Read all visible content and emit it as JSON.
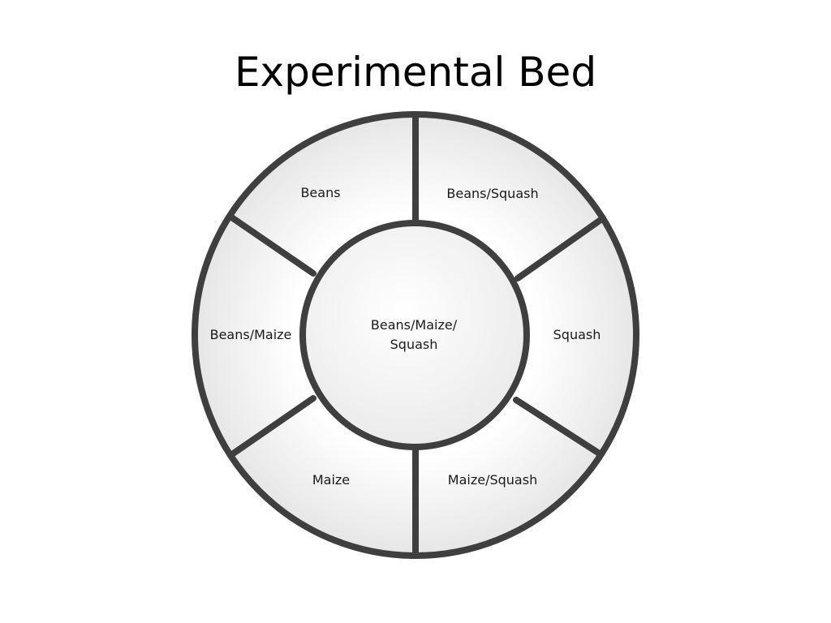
{
  "title": "Experimental Bed",
  "colors": {
    "outline": "#3f3f3f",
    "fill_light": "#ffffff",
    "fill_dark": "#e6e6e6"
  },
  "bed": {
    "center": {
      "line1": "Beans/Maize/",
      "line2": "Squash"
    },
    "sections": [
      {
        "label": "Beans"
      },
      {
        "label": "Beans/Squash"
      },
      {
        "label": "Squash"
      },
      {
        "label": "Maize/Squash"
      },
      {
        "label": "Maize"
      },
      {
        "label": "Beans/Maize"
      }
    ]
  }
}
